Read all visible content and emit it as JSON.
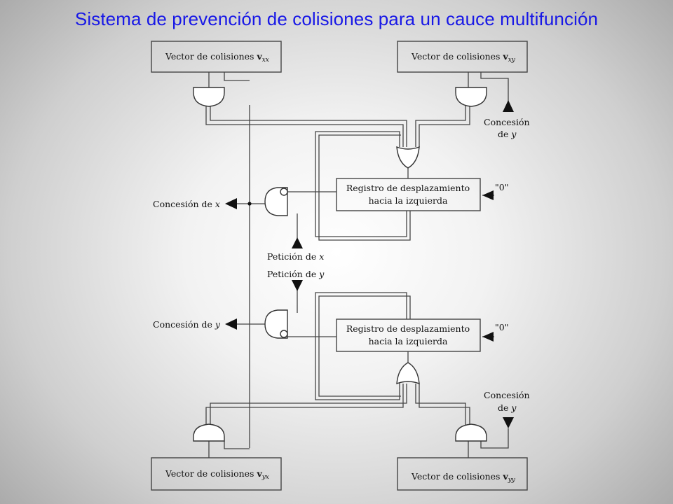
{
  "title": "Sistema de prevención de colisiones para un cauce multifunción",
  "boxes": {
    "vxx": {
      "text": "Vector de colisiones ",
      "bold": "v",
      "sub": "xx"
    },
    "vxy": {
      "text": "Vector de colisiones ",
      "bold": "v",
      "sub": "xy"
    },
    "vyx": {
      "text": "Vector de colisiones ",
      "bold": "v",
      "sub": "yx"
    },
    "vyy": {
      "text": "Vector de colisiones ",
      "bold": "v",
      "sub": "yy"
    },
    "reg_top": {
      "line1": "Registro de desplazamiento",
      "line2": "hacia la izquierda"
    },
    "reg_bottom": {
      "line1": "Registro de desplazamiento",
      "line2": "hacia la izquierda"
    }
  },
  "labels": {
    "concesion_y_top_1": "Concesión",
    "concesion_y_top_2_a": "de ",
    "concesion_y_top_2_b": "y",
    "zero_top": "\"0\"",
    "concesion_x_a": "Concesión de ",
    "concesion_x_b": "x",
    "peticion_x_a": "Petición de ",
    "peticion_x_b": "x",
    "peticion_y_a": "Petición de ",
    "peticion_y_b": "y",
    "concesion_y_mid_a": "Concesión de ",
    "concesion_y_mid_b": "y",
    "zero_bottom": "\"0\"",
    "concesion_y_bottom_1": "Concesión",
    "concesion_y_bottom_2_a": "de ",
    "concesion_y_bottom_2_b": "y"
  }
}
